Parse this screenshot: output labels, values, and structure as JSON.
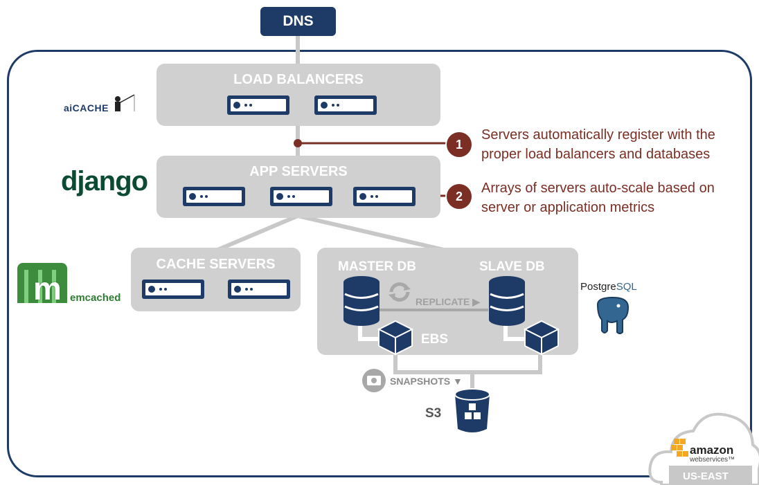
{
  "dns": {
    "label": "DNS"
  },
  "load_balancers": {
    "title": "LOAD BALANCERS"
  },
  "app_servers": {
    "title": "APP SERVERS"
  },
  "cache_servers": {
    "title": "CACHE SERVERS"
  },
  "db": {
    "master": "MASTER DB",
    "slave": "SLAVE DB",
    "replicate": "REPLICATE ▶",
    "ebs": "EBS"
  },
  "snapshots": "SNAPSHOTS ▼",
  "s3": "S3",
  "notes": [
    {
      "number": "1",
      "line1": "Servers automatically register with the",
      "line2": "proper load balancers and databases"
    },
    {
      "number": "2",
      "line1": "Arrays of servers auto-scale based on",
      "line2": "server or application metrics"
    }
  ],
  "logos": {
    "aicache": "aiCACHE",
    "django": "django",
    "memcached": "emcached",
    "memcached_m": "m",
    "postgres_a": "Postgre",
    "postgres_b": "SQL",
    "amazon": "amazon",
    "aws": "webservices™",
    "region": "US-EAST"
  },
  "colors": {
    "navy": "#1e3a66",
    "panel_gray": "#d0d0d0",
    "note_red": "#7a2e24",
    "django_green": "#0c4b33",
    "memcached_green": "#2e7d32",
    "aws_orange": "#f5a623"
  }
}
